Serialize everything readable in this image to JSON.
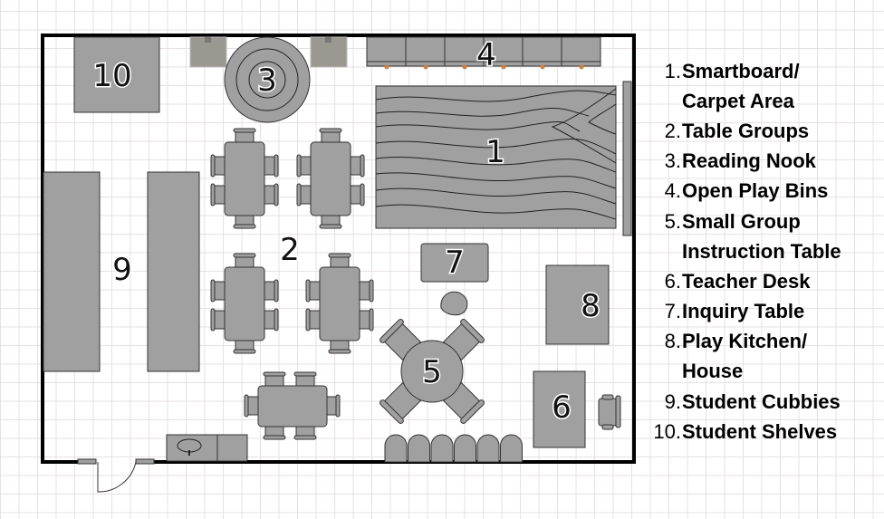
{
  "plan_labels": {
    "smartboard_carpet": "1",
    "table_groups": "2",
    "reading_nook": "3",
    "open_play_bins": "4",
    "small_group_table": "5",
    "teacher_desk": "6",
    "inquiry_table": "7",
    "play_kitchen": "8",
    "student_cubbies": "9",
    "student_shelves": "10"
  },
  "legend": [
    {
      "num": "1.",
      "text": "Smartboard/"
    },
    {
      "num": "",
      "text": "Carpet Area"
    },
    {
      "num": "2.",
      "text": "Table Groups"
    },
    {
      "num": "3.",
      "text": "Reading Nook"
    },
    {
      "num": "4.",
      "text": "Open Play Bins"
    },
    {
      "num": "5.",
      "text": "Small Group"
    },
    {
      "num": "",
      "text": "Instruction Table"
    },
    {
      "num": "6.",
      "text": "Teacher Desk"
    },
    {
      "num": "7.",
      "text": "Inquiry Table"
    },
    {
      "num": "8.",
      "text": "Play Kitchen/"
    },
    {
      "num": "",
      "text": "House"
    },
    {
      "num": "9.",
      "text": "Student Cubbies"
    },
    {
      "num": "10.",
      "text": "Student Shelves"
    }
  ],
  "colors": {
    "furniture": "#a0a0a0",
    "wall": "#000000",
    "bin_dot": "#d08040"
  }
}
